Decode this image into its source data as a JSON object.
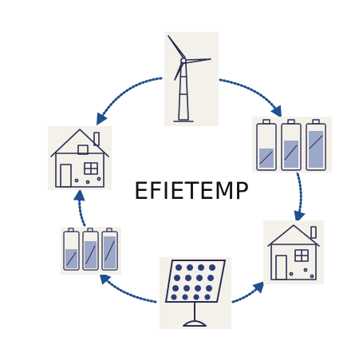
{
  "diagram": {
    "center_label": "EFIETEMP",
    "nodes": [
      {
        "id": "wind",
        "icon": "wind-turbine-icon"
      },
      {
        "id": "battery-right",
        "icon": "battery-icon"
      },
      {
        "id": "house-right",
        "icon": "house-icon"
      },
      {
        "id": "solar",
        "icon": "solar-panel-icon"
      },
      {
        "id": "battery-left",
        "icon": "battery-icon"
      },
      {
        "id": "house-left",
        "icon": "house-icon"
      }
    ],
    "edges": [
      {
        "from": "wind",
        "to": "battery-right"
      },
      {
        "from": "battery-right",
        "to": "house-right"
      },
      {
        "from": "solar",
        "to": "house-right"
      },
      {
        "from": "solar",
        "to": "battery-left"
      },
      {
        "from": "battery-left",
        "to": "house-left"
      },
      {
        "from": "wind",
        "to": "house-left"
      }
    ],
    "arrow_color": "#1f4f8c",
    "ink_color": "#2a2e52",
    "battery_fill_color": "#7f8fbf",
    "solar_cell_color": "#2c3f7a"
  }
}
